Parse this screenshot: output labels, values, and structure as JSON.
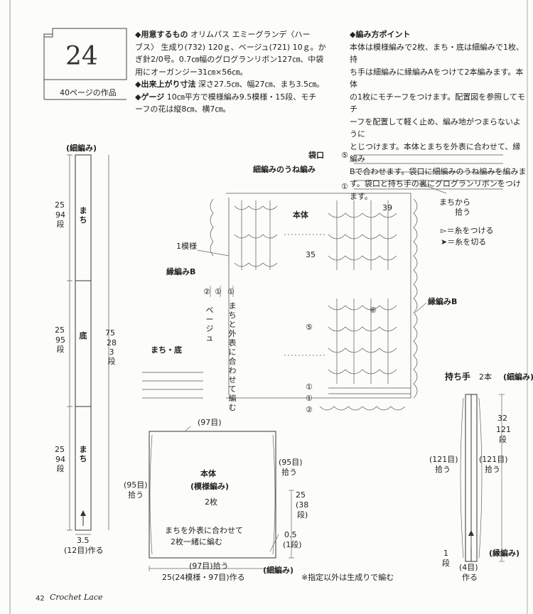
{
  "header": {
    "number": "24",
    "ref": "40ページの作品"
  },
  "materials": {
    "label": "◆用意するもの",
    "text1": "オリムパス エミーグランデ〈ハー",
    "text2": "ブス〉 生成り(732) 120ｇ、ベージュ(721) 10ｇ。か",
    "text3": "ぎ針2/0号。0.7㎝幅のグログランリボン127㎝、中袋",
    "text4": "用にオーガンジー31㎝×56㎝。",
    "size_label": "◆出来上がり寸法",
    "size_text": "深さ27.5㎝、幅27㎝、まち3.5㎝。",
    "gauge_label": "◆ゲージ",
    "gauge_text1": "10㎝平方で模様編み9.5模様・15段、モチ",
    "gauge_text2": "ーフの花は縦8㎝、横7㎝。"
  },
  "points": {
    "label": "◆編み方ポイント",
    "lines": [
      "本体は模様編みで2枚、まち・底は細編みで1枚、持",
      "ち手は細編みに縁編みAをつけて2本編みます。本体",
      "の1枚にモチーフをつけます。配置図を参照してモチ",
      "ーフを配置して軽く止め、編み地がつまらないように",
      "とじつけます。本体とまちを外表に合わせて、縁編み",
      "Bで合わせます。袋口に細編みのうね編みを編みま",
      "す。袋口と持ち手の裏にグログランリボンをつけます。"
    ]
  },
  "strip": {
    "top": "(細編み)",
    "machi_top": "まち",
    "soko": "底",
    "machi_bottom": "まち",
    "dim1": "25",
    "dim1b": "94段",
    "dim2": "25",
    "dim2b": "95段",
    "dim3": "25",
    "dim3b": "94段",
    "total1": "75",
    "total2": "283段",
    "width": "3.5",
    "width2": "(12目)作る"
  },
  "chart": {
    "fukuro": "袋口",
    "une": "細編みのうね編み",
    "honntai": "本体",
    "machikara": "まちから",
    "hirou": "拾う",
    "legend1": "▻＝糸をつける",
    "legend2": "➤＝糸を切る",
    "ichi": "1模様",
    "fuchiB": "縁編みB",
    "fuchiB2": "縁編みB",
    "beige": "ベージュ",
    "awase": "まちと外表に合わせて編む",
    "machisoko": "まち・底",
    "r5": "⑤",
    "r1": "①",
    "r39": "39",
    "r35": "35",
    "r6": "⑥",
    "r5b": "⑤",
    "r1b": "①",
    "r1c": "①",
    "r2": "②",
    "r2l": "②",
    "r1l": "①",
    "r1l2": "①"
  },
  "layout": {
    "top": "(97目)",
    "title": "本体",
    "sub": "(模様編み)",
    "count": "2枚",
    "right1": "(95目)",
    "right2": "拾う",
    "left1": "(95目)",
    "left2": "拾う",
    "h1": "25",
    "h2": "(38",
    "h3": "段)",
    "note1": "まちを外表に合わせて",
    "note2": "2枚一緒に編む",
    "bottom1": "(97目)拾う",
    "bottom2": "25(24模様・97目)作る",
    "small1": "0.5",
    "small2": "(1段)",
    "hosoami": "(細編み)",
    "footnote": "※指定以外は生成りで編む"
  },
  "handle": {
    "title": "持ち手",
    "count": "2本",
    "type": "(細編み)",
    "h1": "32",
    "h2": "121",
    "h3": "段",
    "left1": "(121目)",
    "left2": "拾う",
    "right1": "(121目)",
    "right2": "拾う",
    "bottom1": "1",
    "bottom2": "段",
    "bottom3": "(4目)",
    "bottom4": "作る",
    "fuchi": "(縁編み)"
  },
  "footer": {
    "page": "42",
    "title": "Crochet Lace"
  }
}
